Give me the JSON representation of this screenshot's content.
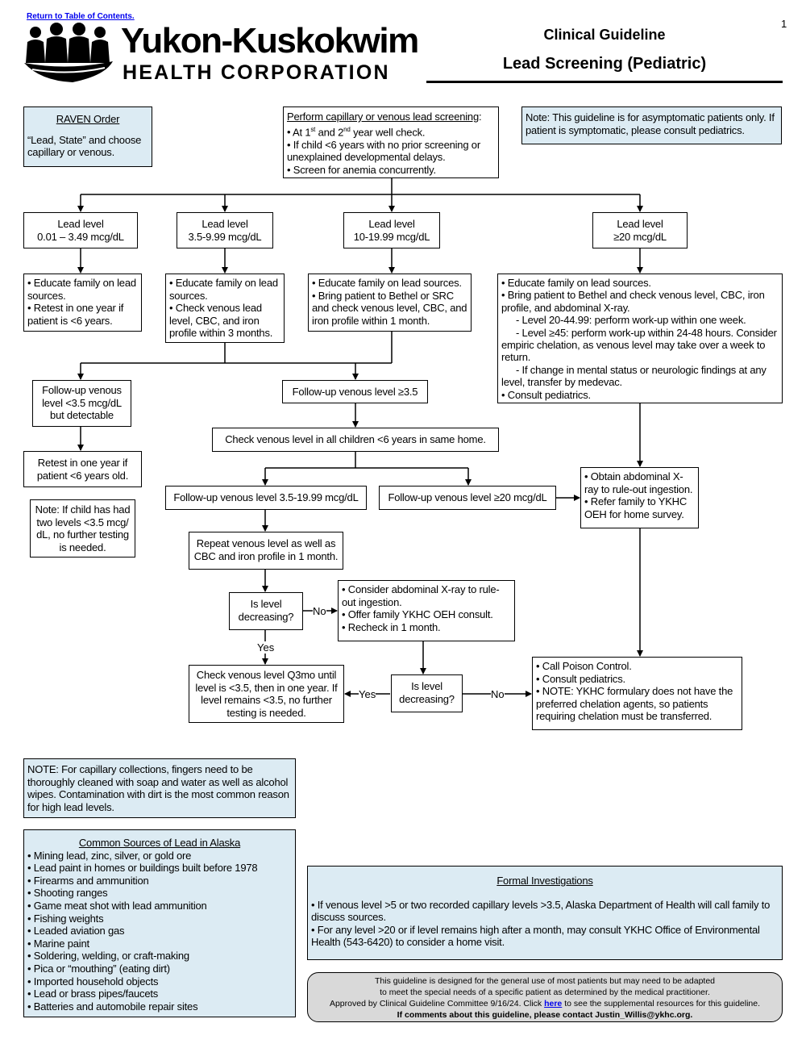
{
  "header": {
    "return_link": "Return to Table of Contents.",
    "page_number": "1",
    "logo_name": "Yukon-Kuskokwim",
    "logo_sub": "HEALTH CORPORATION",
    "guideline_type": "Clinical Guideline",
    "guideline_title": "Lead Screening (Pediatric)"
  },
  "raven": {
    "title": "RAVEN Order",
    "text": "“Lead, State” and choose capillary or venous."
  },
  "perform": {
    "title": "Perform capillary or venous lead screening",
    "title_suffix": ":",
    "items": [
      "At 1st and 2nd year well check.",
      "If child <6 years with no prior screening or unexplained developmental delays.",
      "Screen for anemia concurrently."
    ]
  },
  "note_top": "Note: This guideline is for asymptomatic patients only. If patient is symptomatic, please consult pediatrics.",
  "levels": [
    {
      "line1": "Lead level",
      "line2": "0.01 – 3.49 mcg/dL"
    },
    {
      "line1": "Lead level",
      "line2": "3.5-9.99 mcg/dL"
    },
    {
      "line1": "Lead level",
      "line2": "10-19.99 mcg/dL"
    },
    {
      "line1": "Lead level",
      "line2": "≥20 mcg/dL"
    }
  ],
  "actions": {
    "a1": [
      "Educate family on lead sources.",
      "Retest in one year if patient is <6 years."
    ],
    "a2": [
      "Educate family on lead sources.",
      "Check venous lead level, CBC, and iron profile within 3 months."
    ],
    "a3": [
      "Educate family on lead sources.",
      "Bring patient to Bethel or SRC and check venous level, CBC, and iron profile within 1 month."
    ],
    "a4": {
      "b1": "Educate family on lead sources.",
      "b2": "Bring patient to Bethel and check venous level, CBC, iron profile, and abdominal X-ray.",
      "sub1": "- Level 20-44.99: perform work-up within one week.",
      "sub2": "- Level ≥45: perform work-up within 24-48 hours. Consider empiric chelation, as venous level may take over a week to return.",
      "sub3": "- If change in mental status or neurologic findings at any level, transfer by medevac.",
      "b3": "Consult pediatrics."
    }
  },
  "followup_low": "Follow-up venous level <3.5 mcg/dL but detectable",
  "followup_high": "Follow-up venous level ≥3.5",
  "retest": "Retest in one year if patient <6 years old.",
  "note_two_levels": "Note: If child has had two levels <3.5 mcg/ dL, no further testing is needed.",
  "check_all_children": "Check venous level in all children <6 years in same home.",
  "followup_mid": "Follow-up venous level 3.5-19.99 mcg/dL",
  "followup_20": "Follow-up venous level ≥20 mcg/dL",
  "obtain_xray": [
    "Obtain abdominal X-ray to rule-out ingestion.",
    "Refer family to YKHC OEH for home survey."
  ],
  "repeat_venous": "Repeat venous level as well as CBC and iron profile in 1 month.",
  "is_decreasing_1": "Is level decreasing?",
  "consider_xray": [
    "Consider abdominal X-ray to rule-out ingestion.",
    "Offer family YKHC OEH consult.",
    "Recheck in 1 month."
  ],
  "check_q3mo": "Check venous level Q3mo until level is <3.5, then in one year. If level remains <3.5, no further testing is needed.",
  "is_decreasing_2": "Is level decreasing?",
  "poison": [
    "Call Poison Control.",
    "Consult pediatrics.",
    "NOTE: YKHC formulary does not have the preferred chelation agents, so patients requiring chelation must be transferred."
  ],
  "labels": {
    "no": "No",
    "yes": "Yes"
  },
  "note_capillary": "NOTE: For capillary collections, fingers need to be thoroughly cleaned with soap and water as well as alcohol wipes. Contamination with dirt is the most common reason for high lead levels.",
  "sources": {
    "title": "Common Sources of Lead in Alaska",
    "items": [
      "Mining lead, zinc, silver, or gold ore",
      "Lead paint in homes or buildings built before 1978",
      "Firearms and ammunition",
      "Shooting ranges",
      "Game meat shot with lead ammunition",
      "Fishing weights",
      "Leaded aviation gas",
      "Marine paint",
      "Soldering, welding, or craft-making",
      "Pica or “mouthing” (eating dirt)",
      "Imported household objects",
      "Lead or brass pipes/faucets",
      "Batteries and automobile repair sites"
    ]
  },
  "formal": {
    "title": "Formal Investigations",
    "items": [
      "If venous level >5 or two recorded capillary levels >3.5, Alaska Department of Health will call family to discuss sources.",
      "For any level >20 or if level remains high after a month, may consult YKHC Office of Environmental Health (543-6420) to consider a home visit."
    ]
  },
  "footer": {
    "line1": "This guideline is designed for the general use of most patients but may need to be adapted",
    "line2": "to meet the special needs of a specific patient as determined by the medical practitioner.",
    "line3_a": "Approved by Clinical Guideline Committee 9/16/24. Click ",
    "line3_link": "here",
    "line3_b": " to see the supplemental resources for this guideline.",
    "line4": "If comments about this guideline, please contact Justin_Willis@ykhc.org."
  },
  "colors": {
    "box_fill_blue": "#dcebf3",
    "footer_fill": "#d9d9d9",
    "link": "#0000ee"
  }
}
